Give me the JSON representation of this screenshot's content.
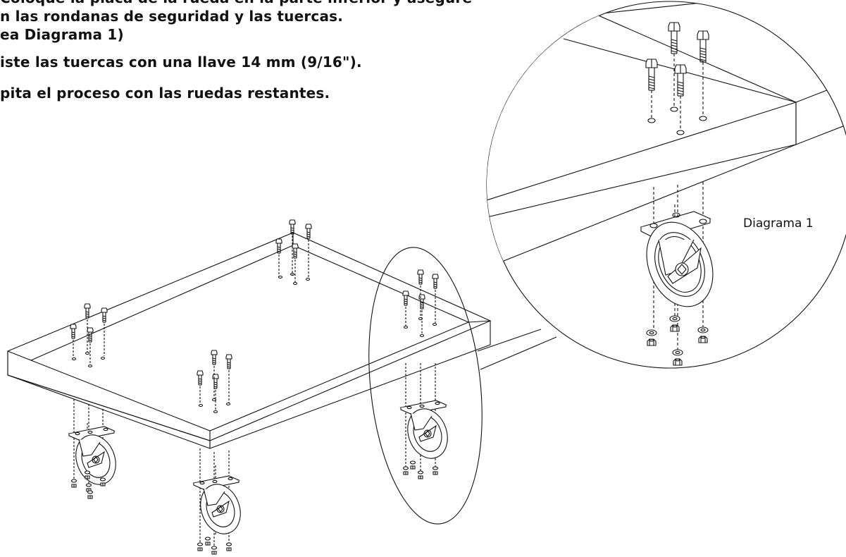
{
  "instructions": {
    "line_1": "Coloque la placa de la rueda en la parte inferior y asegure",
    "line_2": "n las rondanas de seguridad y las tuercas.",
    "line_3": "ea Diagrama 1)",
    "line_4": "iste las tuercas con una llave 14 mm (9/16\").",
    "line_5": "pita el proceso con las ruedas restantes."
  },
  "diagram": {
    "detail_label": "Diagrama 1"
  }
}
